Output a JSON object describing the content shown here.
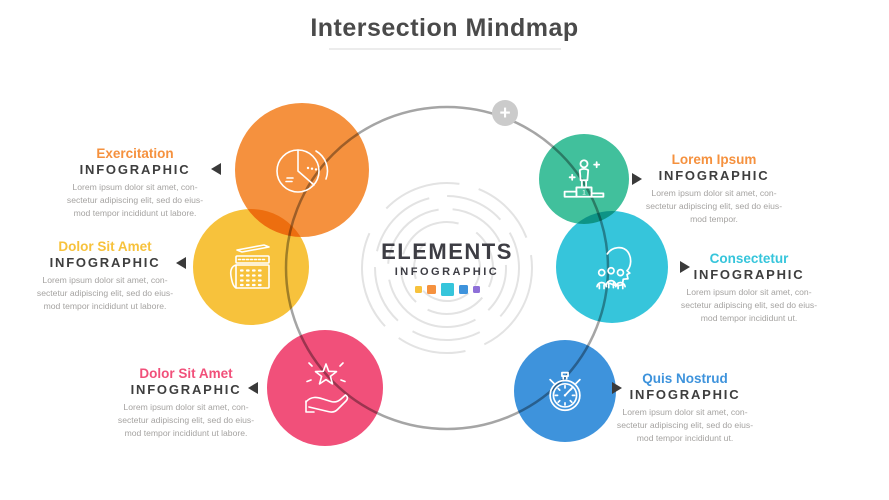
{
  "page": {
    "title": "Intersection Mindmap"
  },
  "center": {
    "title": "ELEMENTS",
    "subtitle": "INFOGRAPHIC",
    "plus_label": "+",
    "squares": [
      "#F7C23C",
      "#F5913E",
      "#36C5DB",
      "#3E93DC",
      "#8E6FD8"
    ]
  },
  "items": [
    {
      "id": "exercitation",
      "side": "left",
      "title": "Exercitation",
      "subtitle": "INFOGRAPHIC",
      "body": "Lorem ipsum dolor sit amet, con-\nsectetur adipiscing elit, sed do eius-\nmod tempor incididunt ut labore.",
      "title_color": "#F5913E",
      "circle_color": "#F5913E",
      "icon": "pie-chart-icon"
    },
    {
      "id": "dolor-sit-amet-top",
      "side": "left",
      "title": "Dolor Sit Amet",
      "subtitle": "INFOGRAPHIC",
      "body": "Lorem ipsum dolor sit amet, con-\nsectetur adipiscing elit, sed do eius-\nmod tempor incididunt ut labore.",
      "title_color": "#F7C23C",
      "circle_color": "#F7C23C",
      "icon": "planner-icon"
    },
    {
      "id": "dolor-sit-amet-bottom",
      "side": "left",
      "title": "Dolor Sit Amet",
      "subtitle": "INFOGRAPHIC",
      "body": "Lorem ipsum dolor sit amet, con-\nsectetur adipiscing elit, sed do eius-\nmod tempor incididunt ut labore.",
      "title_color": "#F1507A",
      "circle_color": "#F1507A",
      "icon": "hand-star-icon"
    },
    {
      "id": "lorem-ipsum",
      "side": "right",
      "title": "Lorem Ipsum",
      "subtitle": "INFOGRAPHIC",
      "body": "Lorem ipsum dolor sit amet, con-\nsectetur adipiscing elit, sed do eius-\nmod tempor.",
      "title_color": "#F5913E",
      "circle_color": "#41C09C",
      "icon": "winner-podium-icon"
    },
    {
      "id": "consectetur",
      "side": "right",
      "title": "Consectetur",
      "subtitle": "INFOGRAPHIC",
      "body": "Lorem ipsum dolor sit amet, con-\nsectetur adipiscing elit, sed do eius-\nmod tempor incididunt ut.",
      "title_color": "#36C5DB",
      "circle_color": "#36C5DB",
      "icon": "head-team-icon"
    },
    {
      "id": "quis-nostrud",
      "side": "right",
      "title": "Quis Nostrud",
      "subtitle": "INFOGRAPHIC",
      "body": "Lorem ipsum dolor sit amet, con-\nsectetur adipiscing elit, sed do eius-\nmod tempor incididunt ut.",
      "title_color": "#3E93DC",
      "circle_color": "#3E93DC",
      "icon": "stopwatch-icon"
    }
  ]
}
